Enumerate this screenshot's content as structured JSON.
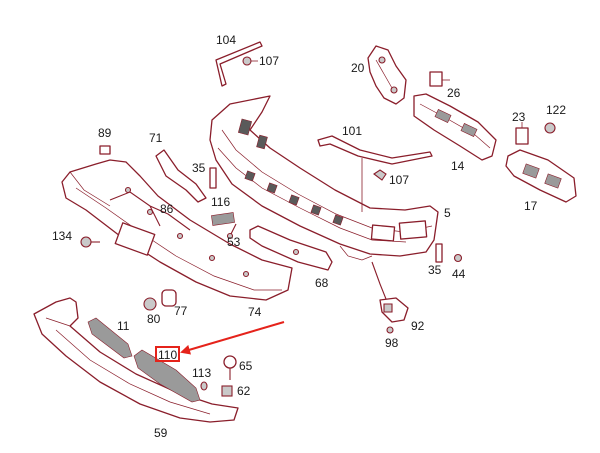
{
  "diagram": {
    "highlight": {
      "label": "110",
      "color": "#e5231b"
    },
    "colors": {
      "line": "#8a1e2b",
      "text": "#1a1a1a",
      "arrow": "#e5231b"
    },
    "labels": [
      {
        "id": "104",
        "text": "104"
      },
      {
        "id": "107a",
        "text": "107"
      },
      {
        "id": "20",
        "text": "20"
      },
      {
        "id": "26",
        "text": "26"
      },
      {
        "id": "23",
        "text": "23"
      },
      {
        "id": "122",
        "text": "122"
      },
      {
        "id": "89",
        "text": "89"
      },
      {
        "id": "71",
        "text": "71"
      },
      {
        "id": "101",
        "text": "101"
      },
      {
        "id": "14",
        "text": "14"
      },
      {
        "id": "35a",
        "text": "35"
      },
      {
        "id": "107b",
        "text": "107"
      },
      {
        "id": "17",
        "text": "17"
      },
      {
        "id": "86",
        "text": "86"
      },
      {
        "id": "116",
        "text": "116"
      },
      {
        "id": "5",
        "text": "5"
      },
      {
        "id": "134",
        "text": "134"
      },
      {
        "id": "53",
        "text": "53"
      },
      {
        "id": "35b",
        "text": "35"
      },
      {
        "id": "44",
        "text": "44"
      },
      {
        "id": "68",
        "text": "68"
      },
      {
        "id": "80",
        "text": "80"
      },
      {
        "id": "77",
        "text": "77"
      },
      {
        "id": "74",
        "text": "74"
      },
      {
        "id": "11",
        "text": "11"
      },
      {
        "id": "92",
        "text": "92"
      },
      {
        "id": "98",
        "text": "98"
      },
      {
        "id": "113",
        "text": "113"
      },
      {
        "id": "65",
        "text": "65"
      },
      {
        "id": "62",
        "text": "62"
      },
      {
        "id": "59",
        "text": "59"
      }
    ]
  }
}
